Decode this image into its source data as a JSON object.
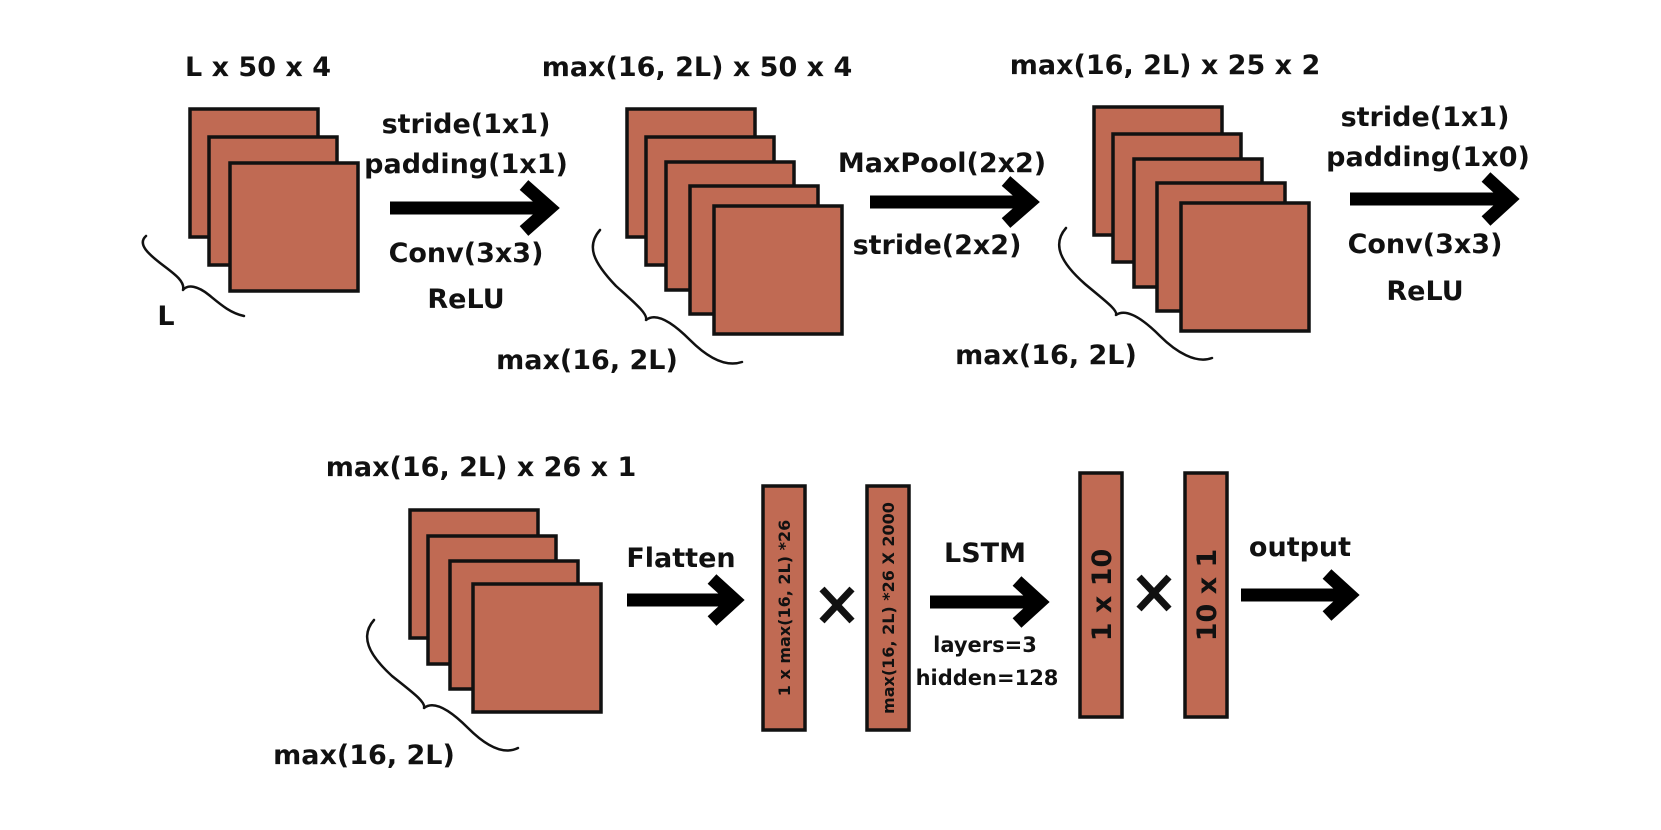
{
  "colors": {
    "feature_map_fill": "#c06a53",
    "stroke": "#111111",
    "arrow": "#000000",
    "background": "#ffffff"
  },
  "stage1": {
    "shape_label": "L x 50 x 4",
    "brace_label": "L",
    "layer_count": 3
  },
  "op1": {
    "above": [
      "stride(1x1)",
      "padding(1x1)"
    ],
    "below": [
      "Conv(3x3)",
      "ReLU"
    ]
  },
  "stage2": {
    "shape_label": "max(16, 2L) x 50 x 4",
    "brace_label": "max(16, 2L)",
    "layer_count": 5
  },
  "op2": {
    "above": [
      "MaxPool(2x2)"
    ],
    "below": [
      "stride(2x2)"
    ]
  },
  "stage3": {
    "shape_label": "max(16, 2L) x 25 x 2",
    "brace_label": "max(16, 2L)",
    "layer_count": 5
  },
  "op3": {
    "above": [
      "stride(1x1)",
      "padding(1x0)"
    ],
    "below": [
      "Conv(3x3)",
      "ReLU"
    ]
  },
  "stage4": {
    "shape_label": "max(16, 2L) x 26 x 1",
    "brace_label": "max(16, 2L)",
    "layer_count": 4
  },
  "flatten": {
    "label": "Flatten"
  },
  "vectors": {
    "flat_vector": "1 x max(16, 2L) *26",
    "weight_matrix": "max(16, 2L) *26 X 2000",
    "lstm_out": "1 x 10",
    "output_weights": "10 x 1"
  },
  "lstm": {
    "label": "LSTM",
    "layers": "layers=3",
    "hidden": "hidden=128"
  },
  "output": {
    "label": "output"
  }
}
